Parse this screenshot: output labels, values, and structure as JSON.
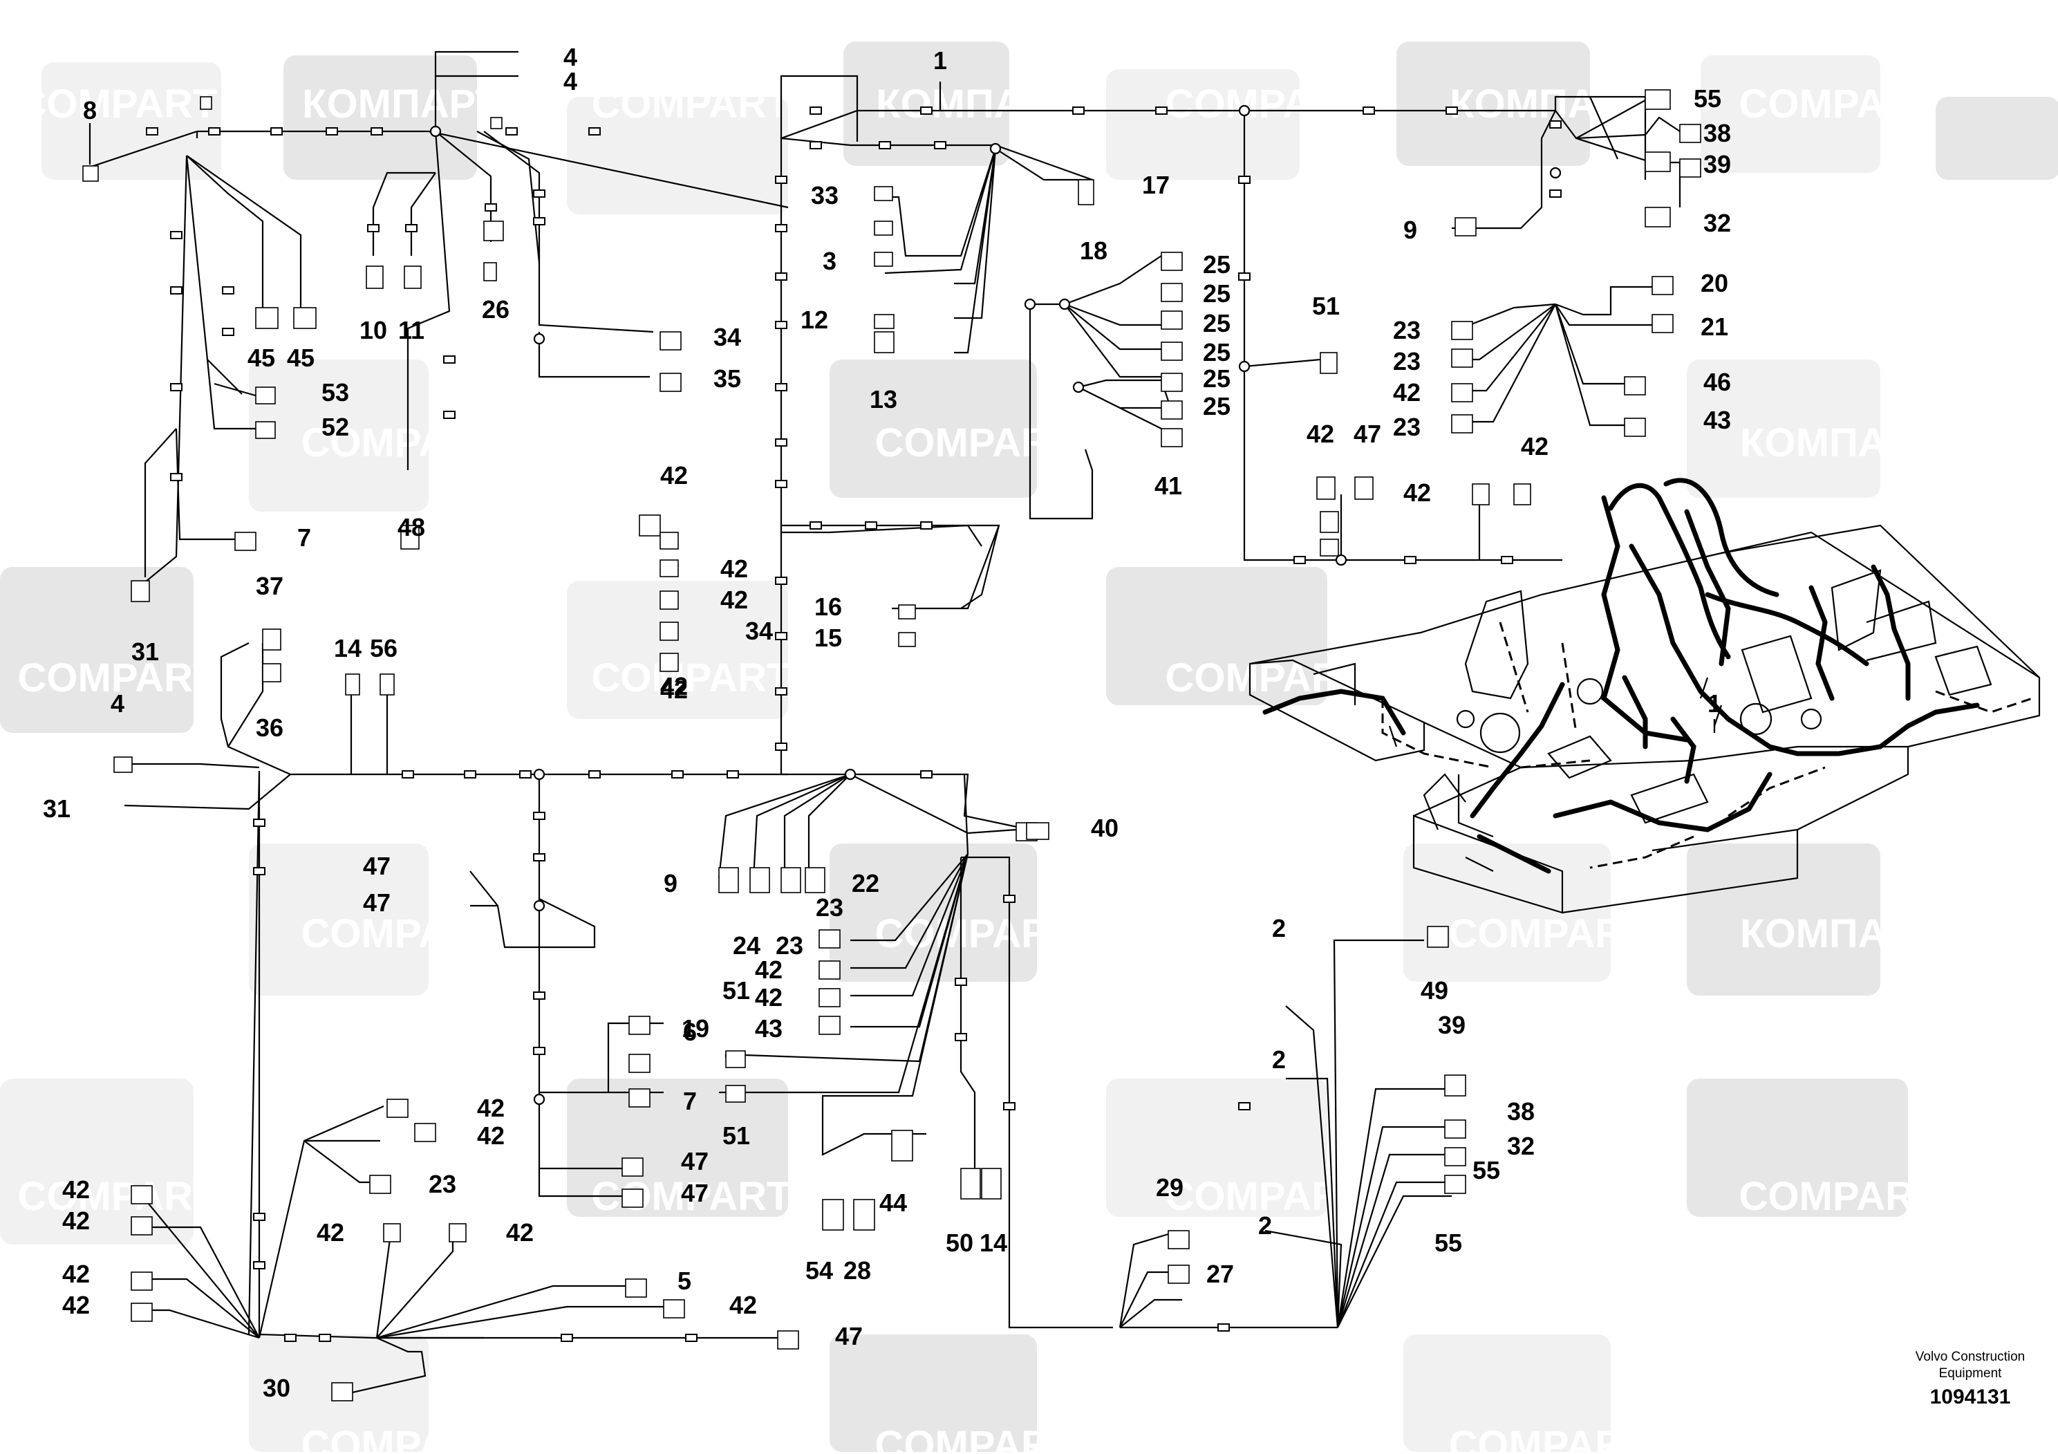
{
  "watermark": {
    "text_latin": "COMPART",
    "text_cyrillic": "КОМПАРТ"
  },
  "callouts": [
    {
      "id": "c1a",
      "text": "1"
    },
    {
      "id": "c1b",
      "text": "1"
    },
    {
      "id": "c2a",
      "text": "2"
    },
    {
      "id": "c2b",
      "text": "2"
    },
    {
      "id": "c2c",
      "text": "2"
    },
    {
      "id": "c3",
      "text": "3"
    },
    {
      "id": "c4a",
      "text": "4"
    },
    {
      "id": "c4b",
      "text": "4"
    },
    {
      "id": "c4c",
      "text": "4"
    },
    {
      "id": "c5",
      "text": "5"
    },
    {
      "id": "c6",
      "text": "6"
    },
    {
      "id": "c7a",
      "text": "7"
    },
    {
      "id": "c7b",
      "text": "7"
    },
    {
      "id": "c8",
      "text": "8"
    },
    {
      "id": "c9a",
      "text": "9"
    },
    {
      "id": "c9b",
      "text": "9"
    },
    {
      "id": "c10",
      "text": "10"
    },
    {
      "id": "c11",
      "text": "11"
    },
    {
      "id": "c12",
      "text": "12"
    },
    {
      "id": "c13",
      "text": "13"
    },
    {
      "id": "c14a",
      "text": "14"
    },
    {
      "id": "c14b",
      "text": "14"
    },
    {
      "id": "c15",
      "text": "15"
    },
    {
      "id": "c16",
      "text": "16"
    },
    {
      "id": "c17",
      "text": "17"
    },
    {
      "id": "c18",
      "text": "18"
    },
    {
      "id": "c19",
      "text": "19"
    },
    {
      "id": "c20",
      "text": "20"
    },
    {
      "id": "c21",
      "text": "21"
    },
    {
      "id": "c22",
      "text": "22"
    },
    {
      "id": "c23a",
      "text": "23"
    },
    {
      "id": "c23b",
      "text": "23"
    },
    {
      "id": "c23c",
      "text": "23"
    },
    {
      "id": "c23d",
      "text": "23"
    },
    {
      "id": "c23e",
      "text": "23"
    },
    {
      "id": "c23f",
      "text": "23"
    },
    {
      "id": "c24",
      "text": "24"
    },
    {
      "id": "c25a",
      "text": "25"
    },
    {
      "id": "c25b",
      "text": "25"
    },
    {
      "id": "c25c",
      "text": "25"
    },
    {
      "id": "c25d",
      "text": "25"
    },
    {
      "id": "c25e",
      "text": "25"
    },
    {
      "id": "c25f",
      "text": "25"
    },
    {
      "id": "c26",
      "text": "26"
    },
    {
      "id": "c27",
      "text": "27"
    },
    {
      "id": "c28",
      "text": "28"
    },
    {
      "id": "c29",
      "text": "29"
    },
    {
      "id": "c30",
      "text": "30"
    },
    {
      "id": "c31a",
      "text": "31"
    },
    {
      "id": "c31b",
      "text": "31"
    },
    {
      "id": "c32a",
      "text": "32"
    },
    {
      "id": "c32b",
      "text": "32"
    },
    {
      "id": "c33",
      "text": "33"
    },
    {
      "id": "c34a",
      "text": "34"
    },
    {
      "id": "c34b",
      "text": "34"
    },
    {
      "id": "c35",
      "text": "35"
    },
    {
      "id": "c36",
      "text": "36"
    },
    {
      "id": "c37",
      "text": "37"
    },
    {
      "id": "c38a",
      "text": "38"
    },
    {
      "id": "c38b",
      "text": "38"
    },
    {
      "id": "c39a",
      "text": "39"
    },
    {
      "id": "c39b",
      "text": "39"
    },
    {
      "id": "c40",
      "text": "40"
    },
    {
      "id": "c41",
      "text": "41"
    },
    {
      "id": "c42a",
      "text": "42"
    },
    {
      "id": "c42b",
      "text": "42"
    },
    {
      "id": "c42c",
      "text": "42"
    },
    {
      "id": "c42d",
      "text": "42"
    },
    {
      "id": "c42e",
      "text": "42"
    },
    {
      "id": "c42f",
      "text": "42"
    },
    {
      "id": "c42g",
      "text": "42"
    },
    {
      "id": "c42h",
      "text": "42"
    },
    {
      "id": "c42i",
      "text": "42"
    },
    {
      "id": "c42j",
      "text": "42"
    },
    {
      "id": "c42k",
      "text": "42"
    },
    {
      "id": "c42l",
      "text": "42"
    },
    {
      "id": "c42m",
      "text": "42"
    },
    {
      "id": "c42n",
      "text": "42"
    },
    {
      "id": "c42o",
      "text": "42"
    },
    {
      "id": "c42p",
      "text": "42"
    },
    {
      "id": "c42q",
      "text": "42"
    },
    {
      "id": "c42r",
      "text": "42"
    },
    {
      "id": "c42s",
      "text": "42"
    },
    {
      "id": "c42t",
      "text": "42"
    },
    {
      "id": "c43a",
      "text": "43"
    },
    {
      "id": "c43b",
      "text": "43"
    },
    {
      "id": "c44",
      "text": "44"
    },
    {
      "id": "c45a",
      "text": "45"
    },
    {
      "id": "c45b",
      "text": "45"
    },
    {
      "id": "c46",
      "text": "46"
    },
    {
      "id": "c47a",
      "text": "47"
    },
    {
      "id": "c47b",
      "text": "47"
    },
    {
      "id": "c47c",
      "text": "47"
    },
    {
      "id": "c47d",
      "text": "47"
    },
    {
      "id": "c47e",
      "text": "47"
    },
    {
      "id": "c47f",
      "text": "47"
    },
    {
      "id": "c48",
      "text": "48"
    },
    {
      "id": "c49",
      "text": "49"
    },
    {
      "id": "c50",
      "text": "50"
    },
    {
      "id": "c51a",
      "text": "51"
    },
    {
      "id": "c51b",
      "text": "51"
    },
    {
      "id": "c51c",
      "text": "51"
    },
    {
      "id": "c52",
      "text": "52"
    },
    {
      "id": "c53",
      "text": "53"
    },
    {
      "id": "c54",
      "text": "54"
    },
    {
      "id": "c55a",
      "text": "55"
    },
    {
      "id": "c55b",
      "text": "55"
    },
    {
      "id": "c55c",
      "text": "55"
    },
    {
      "id": "c56",
      "text": "56"
    }
  ],
  "footer": {
    "line1": "Volvo Construction",
    "line2": "Equipment",
    "drawing_number": "1094131"
  }
}
